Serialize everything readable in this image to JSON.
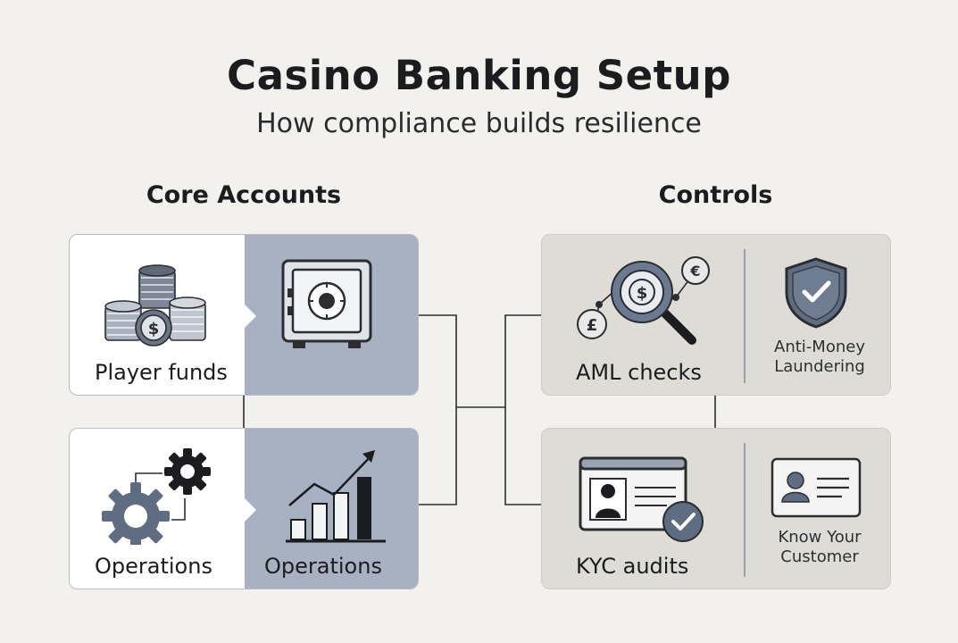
{
  "title": "Casino Banking Setup",
  "subtitle": "How compliance builds resilience",
  "sections": {
    "core": {
      "heading": "Core Accounts"
    },
    "controls": {
      "heading": "Controls"
    }
  },
  "cards": {
    "player_funds": {
      "label": "Player funds",
      "icons": [
        "casino-chips-icon",
        "safe-vault-icon"
      ]
    },
    "operations": {
      "label_left": "Operations",
      "label_right": "Operations",
      "icons": [
        "gears-icon",
        "growth-chart-icon"
      ]
    },
    "aml": {
      "label": "AML checks",
      "sublabel_line1": "Anti-Money",
      "sublabel_line2": "Laundering",
      "icons": [
        "currency-magnifier-icon",
        "shield-check-icon"
      ]
    },
    "kyc": {
      "label": "KYC audits",
      "sublabel_line1": "Know Your",
      "sublabel_line2": "Customer",
      "icons": [
        "id-verified-icon",
        "id-card-icon"
      ]
    }
  },
  "colors": {
    "background": "#f3f1ed",
    "core_card": "#ffffff",
    "core_accent": "#a8b1c1",
    "control_card": "#dedcd7",
    "ink": "#1b1c1f",
    "icon_slate": "#5f6d82"
  }
}
